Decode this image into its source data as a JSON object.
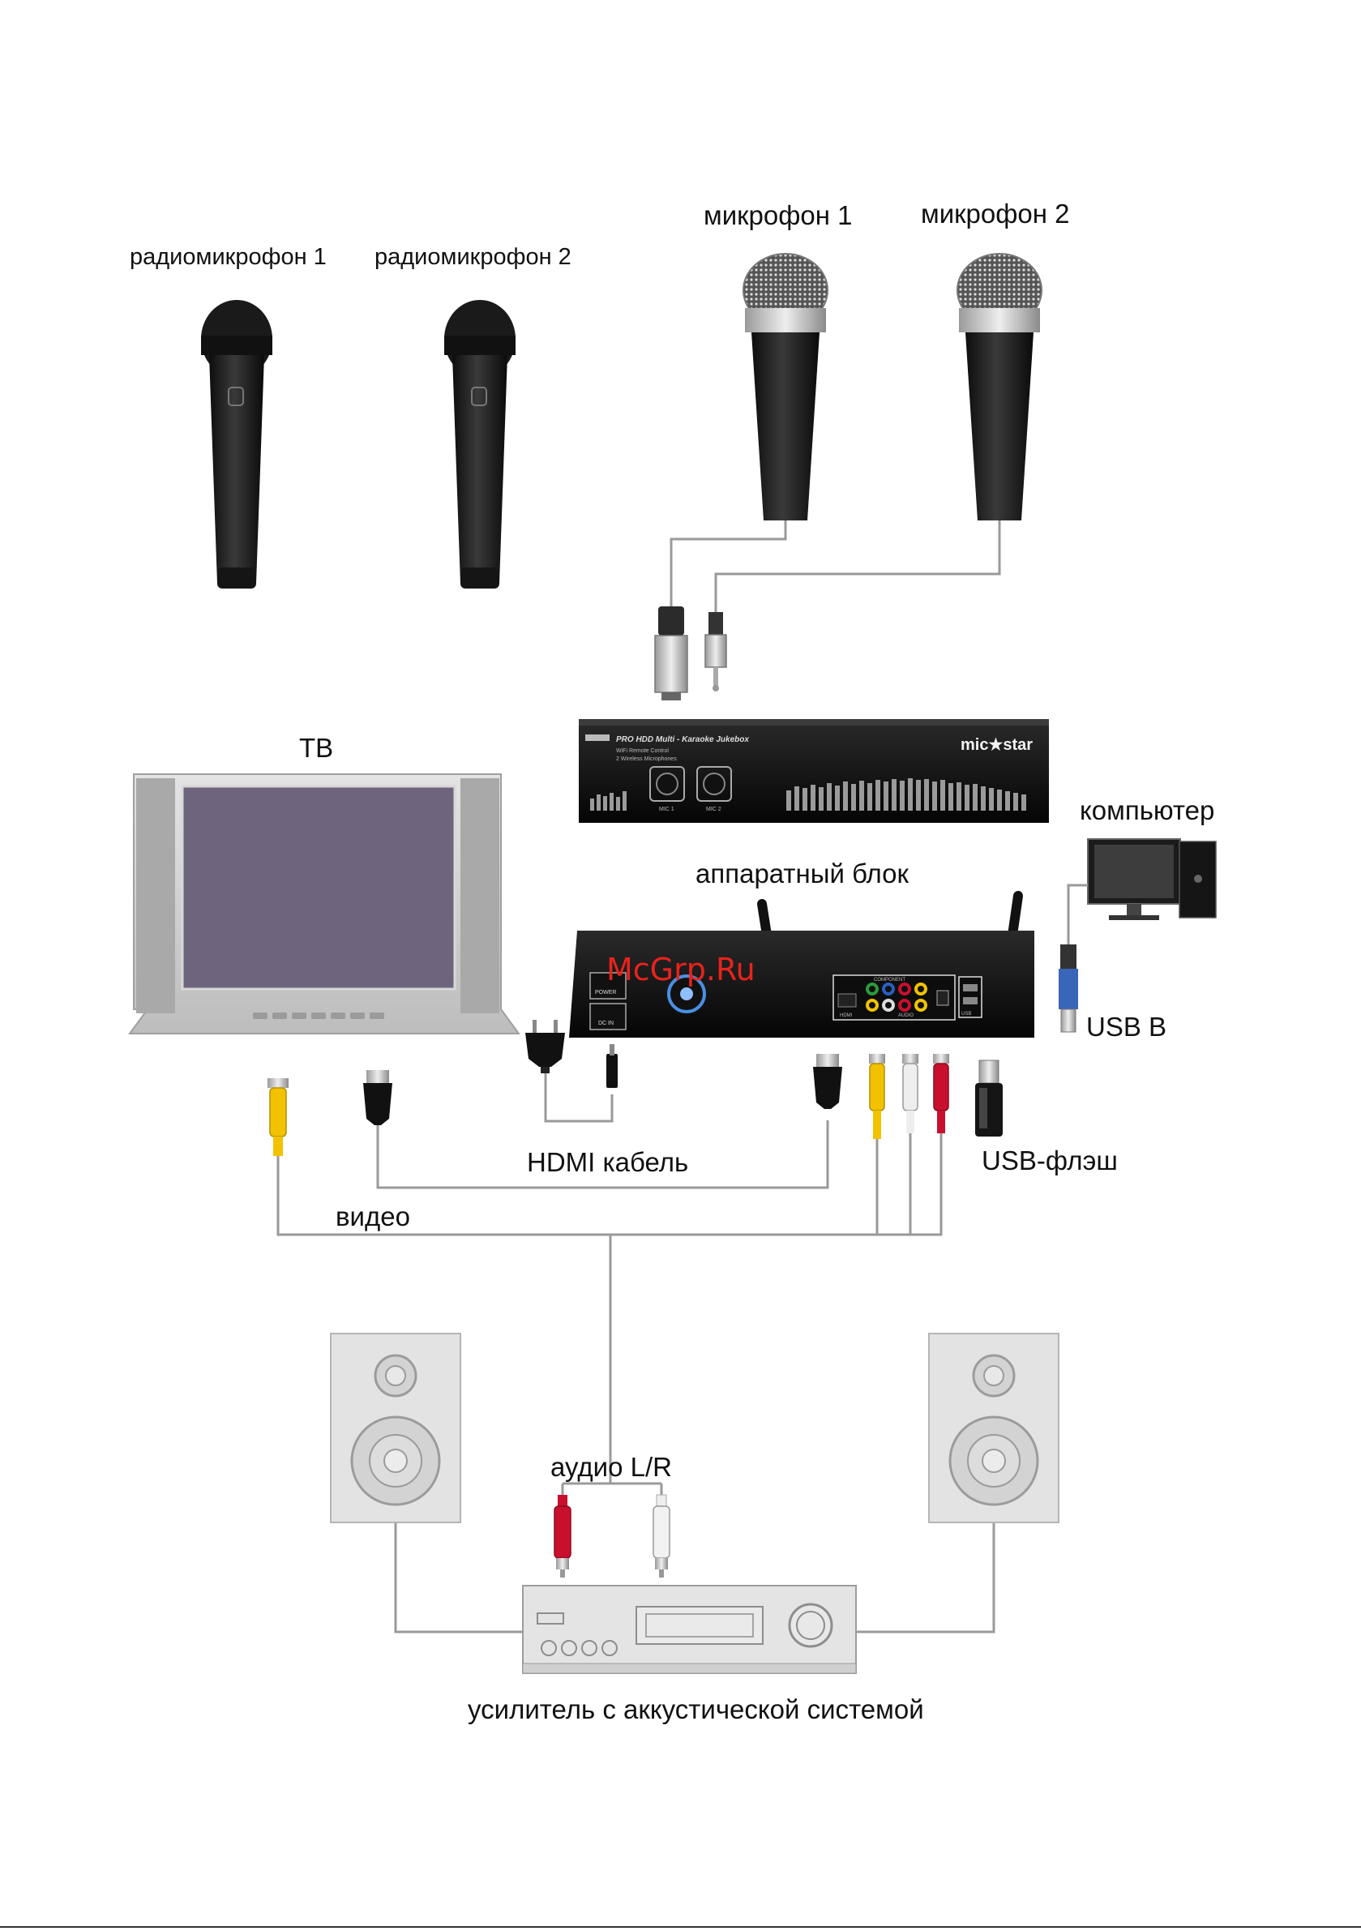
{
  "labels": {
    "radiomic1": "радиомикрофон 1",
    "radiomic2": "радиомикрофон 2",
    "mic1": "микрофон 1",
    "mic2": "микрофон 2",
    "tv": "ТВ",
    "computer": "компьютер",
    "hardware_unit": "аппаратный блок",
    "usb_b": "USB B",
    "hdmi_cable": "HDMI кабель",
    "usb_flash": "USB-флэш",
    "video": "видео",
    "audio_lr": "аудио L/R",
    "amplifier": "усилитель с аккустической системой"
  },
  "watermark": "McGrp.Ru",
  "front_panel": {
    "model_text": "PRO HDD Multi - Karaoke Jukebox",
    "feature1": "WiFi Remote Control",
    "feature2": "2 Wireless Microphones",
    "brand": "mic★star",
    "mic_jack1": "MIC 1",
    "mic_jack2": "MIC 2"
  },
  "rear_panel": {
    "power": "POWER",
    "dc_in": "DC IN",
    "hdmi": "HDMI",
    "component": "COMPONENT",
    "audio": "AUDIO",
    "usb": "USB"
  },
  "colors": {
    "ink": "#111111",
    "wire": "#9a9a9a",
    "rca_video": "#f2c200",
    "rca_red": "#c8102e",
    "rca_white": "#e9e9e9",
    "tv_screen": "#6e647e",
    "watermark": "#e8231c"
  }
}
